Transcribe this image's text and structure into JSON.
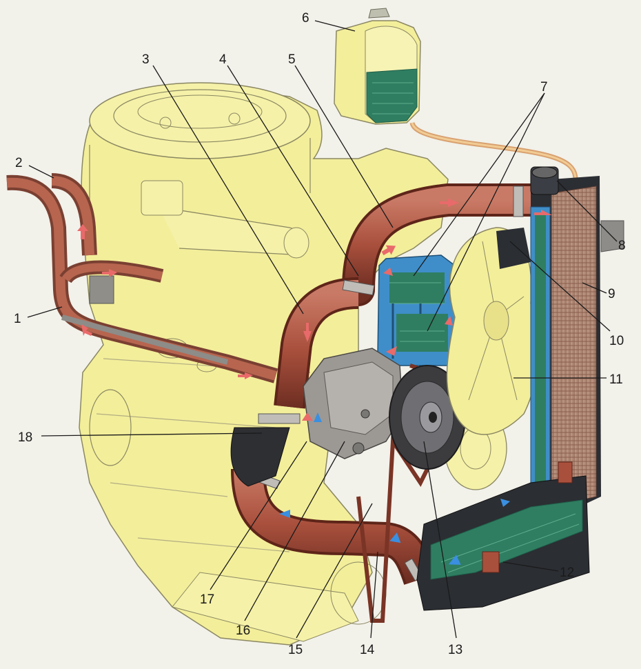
{
  "diagram": {
    "callouts": [
      {
        "id": "1",
        "label": "1"
      },
      {
        "id": "2",
        "label": "2"
      },
      {
        "id": "3",
        "label": "3"
      },
      {
        "id": "4",
        "label": "4"
      },
      {
        "id": "5",
        "label": "5"
      },
      {
        "id": "6",
        "label": "6"
      },
      {
        "id": "7",
        "label": "7"
      },
      {
        "id": "8",
        "label": "8"
      },
      {
        "id": "9",
        "label": "9"
      },
      {
        "id": "10",
        "label": "10"
      },
      {
        "id": "11",
        "label": "11"
      },
      {
        "id": "12",
        "label": "12"
      },
      {
        "id": "13",
        "label": "13"
      },
      {
        "id": "14",
        "label": "14"
      },
      {
        "id": "15",
        "label": "15"
      },
      {
        "id": "16",
        "label": "16"
      },
      {
        "id": "17",
        "label": "17"
      },
      {
        "id": "18",
        "label": "18"
      }
    ],
    "colors": {
      "engine": "#f3ee9a",
      "engine_outline": "#8a8762",
      "hose": "#a9503d",
      "hose_dark": "#6e2e22",
      "hot_arrow": "#e96a6a",
      "cold_arrow": "#3a8fe0",
      "coolant": "#2f7e62",
      "radiator_core": "#b08a78",
      "radiator_frame": "#2b2e33",
      "pump": "#9c9894",
      "tank": "#f3ee9a",
      "blue_housing": "#3f8ec9"
    }
  }
}
